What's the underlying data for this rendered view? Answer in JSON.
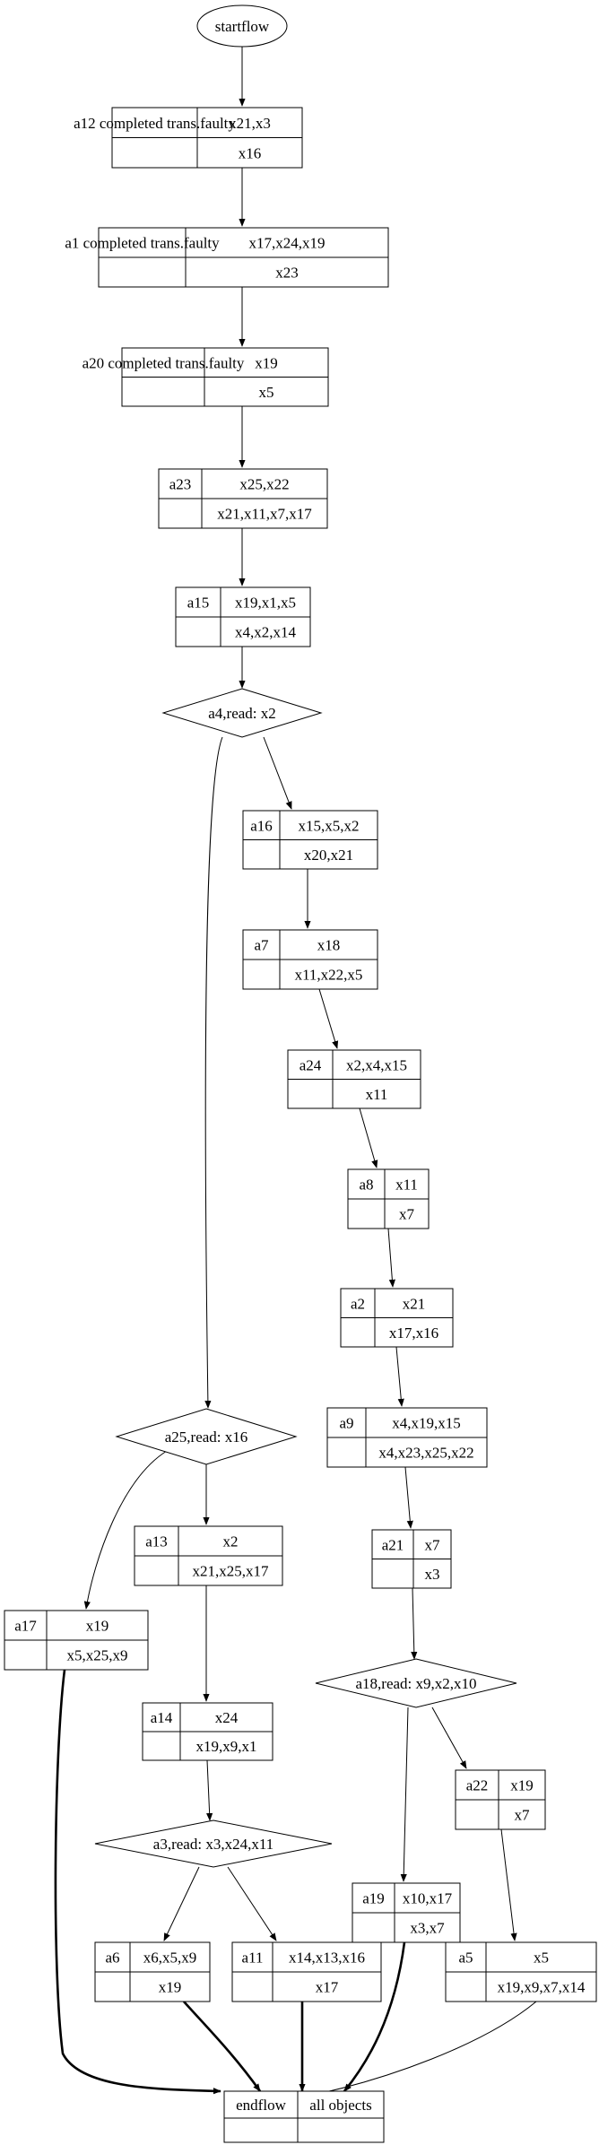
{
  "start": {
    "label": "startflow"
  },
  "end": {
    "left": "endflow",
    "right": "all objects"
  },
  "activities": [
    {
      "id": "a12",
      "label": "a12  completed trans.faulty",
      "top": "x21,x3",
      "bottom": "x16"
    },
    {
      "id": "a1",
      "label": "a1  completed trans.faulty",
      "top": "x17,x24,x19",
      "bottom": "x23"
    },
    {
      "id": "a20",
      "label": "a20  completed trans.faulty",
      "top": "x19",
      "bottom": "x5"
    },
    {
      "id": "a23",
      "label": "a23",
      "top": "x25,x22",
      "bottom": "x21,x11,x7,x17"
    },
    {
      "id": "a15",
      "label": "a15",
      "top": "x19,x1,x5",
      "bottom": "x4,x2,x14"
    },
    {
      "id": "a16",
      "label": "a16",
      "top": "x15,x5,x2",
      "bottom": "x20,x21"
    },
    {
      "id": "a7",
      "label": "a7",
      "top": "x18",
      "bottom": "x11,x22,x5"
    },
    {
      "id": "a24",
      "label": "a24",
      "top": "x2,x4,x15",
      "bottom": "x11"
    },
    {
      "id": "a8",
      "label": "a8",
      "top": "x11",
      "bottom": "x7"
    },
    {
      "id": "a2",
      "label": "a2",
      "top": "x21",
      "bottom": "x17,x16"
    },
    {
      "id": "a9",
      "label": "a9",
      "top": "x4,x19,x15",
      "bottom": "x4,x23,x25,x22"
    },
    {
      "id": "a21",
      "label": "a21",
      "top": "x7",
      "bottom": "x3"
    },
    {
      "id": "a13",
      "label": "a13",
      "top": "x2",
      "bottom": "x21,x25,x17"
    },
    {
      "id": "a17",
      "label": "a17",
      "top": "x19",
      "bottom": "x5,x25,x9"
    },
    {
      "id": "a14",
      "label": "a14",
      "top": "x24",
      "bottom": "x19,x9,x1"
    },
    {
      "id": "a22",
      "label": "a22",
      "top": "x19",
      "bottom": "x7"
    },
    {
      "id": "a19",
      "label": "a19",
      "top": "x10,x17",
      "bottom": "x3,x7"
    },
    {
      "id": "a6",
      "label": "a6",
      "top": "x6,x5,x9",
      "bottom": "x19"
    },
    {
      "id": "a11",
      "label": "a11",
      "top": "x14,x13,x16",
      "bottom": "x17"
    },
    {
      "id": "a5",
      "label": "a5",
      "top": "x5",
      "bottom": "x19,x9,x7,x14"
    }
  ],
  "decisions": [
    {
      "id": "a4",
      "label": "a4,read: x2"
    },
    {
      "id": "a25",
      "label": "a25,read: x16"
    },
    {
      "id": "a18",
      "label": "a18,read: x9,x2,x10"
    },
    {
      "id": "a3",
      "label": "a3,read: x3,x24,x11"
    }
  ]
}
